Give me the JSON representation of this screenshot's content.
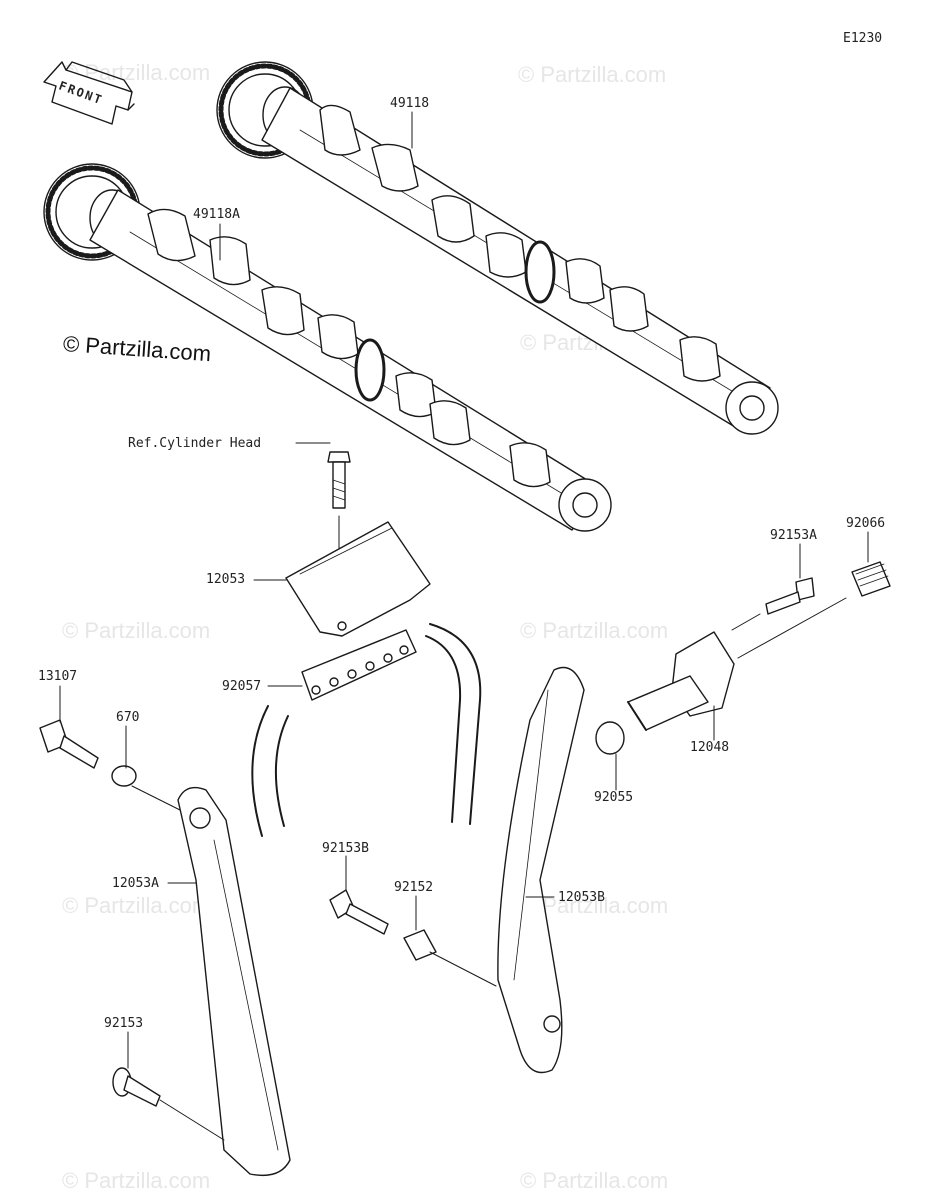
{
  "diagram_id": "E1230",
  "front_label": "FRONT",
  "copyright": "© Partzilla.com",
  "watermark": "© Partzilla.com",
  "parts": {
    "camshaft_exhaust": "49118",
    "camshaft_intake": "49118A",
    "ref_note": "Ref.Cylinder Head",
    "chain_guide_top": "12053",
    "chain": "92057",
    "bolt_13107": "13107",
    "oring_670": "670",
    "guide_left": "12053A",
    "bolt_92153": "92153",
    "bolt_92153B": "92153B",
    "collar_92152": "92152",
    "guide_right": "12053B",
    "bolt_92153A": "92153A",
    "plug_92066": "92066",
    "tensioner": "12048",
    "oring_92055": "92055"
  }
}
